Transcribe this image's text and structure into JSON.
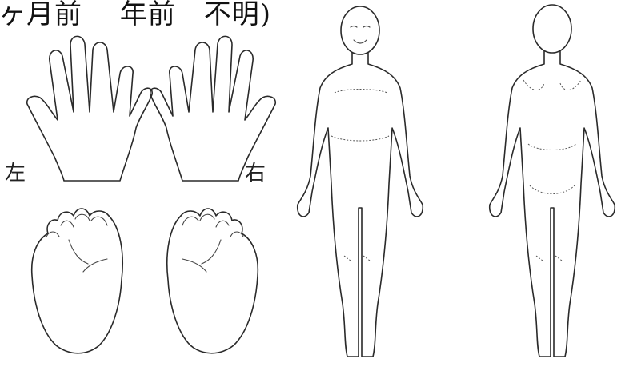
{
  "header": {
    "text": "ヶ月前　 年前　不明)"
  },
  "labels": {
    "left_hand": "左",
    "right_hand": "右"
  },
  "figures": {
    "left_palm": "hand-outline-left",
    "right_palm": "hand-outline-right",
    "left_sole": "foot-sole-left",
    "right_sole": "foot-sole-right",
    "body_front": "body-front-outline",
    "body_back": "body-back-outline"
  }
}
